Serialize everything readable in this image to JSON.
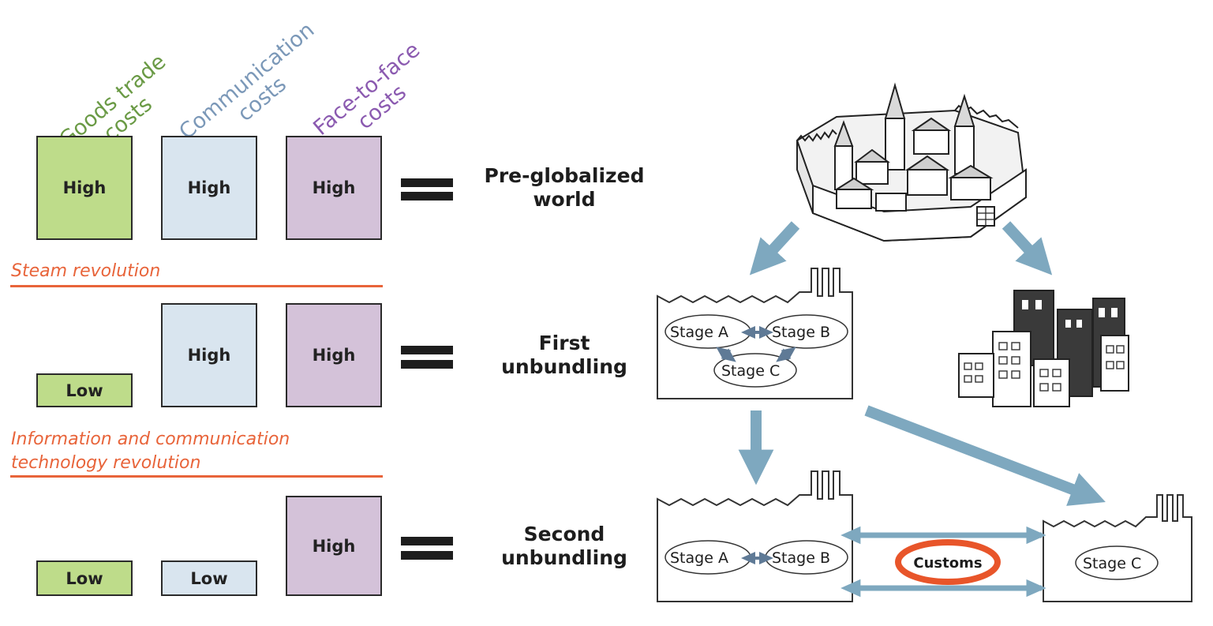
{
  "headers": {
    "goods": [
      "Goods trade",
      "costs"
    ],
    "communication": [
      "Communication",
      "costs"
    ],
    "face": [
      "Face-to-face",
      "costs"
    ]
  },
  "colors": {
    "goods": "#6a9a45",
    "communication": "#7b98b8",
    "face": "#8b5ab0",
    "revolution": "#e8643a",
    "arrow": "#7ea8bf",
    "customs_ring": "#e8552a"
  },
  "rows": [
    {
      "goods": "High",
      "communication": "High",
      "face": "High",
      "result": [
        "Pre-globalized",
        "world"
      ]
    },
    {
      "goods": "Low",
      "communication": "High",
      "face": "High",
      "result": [
        "First",
        "unbundling"
      ]
    },
    {
      "goods": "Low",
      "communication": "Low",
      "face": "High",
      "result": [
        "Second",
        "unbundling"
      ]
    }
  ],
  "revolutions": {
    "steam": [
      "Steam revolution"
    ],
    "ict": [
      "Information and communication",
      "technology revolution"
    ]
  },
  "diagram": {
    "stage_a": "Stage A",
    "stage_b": "Stage B",
    "stage_c": "Stage C",
    "customs": "Customs"
  },
  "icons": [
    "walled-town-icon",
    "factory-icon",
    "city-buildings-icon"
  ]
}
